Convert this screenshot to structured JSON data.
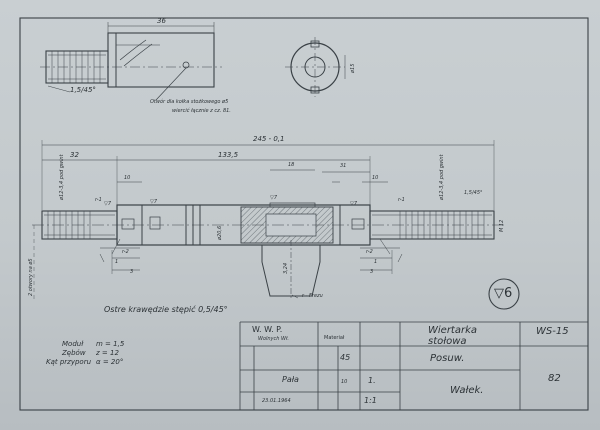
{
  "top_view": {
    "dim_36": "36",
    "chamfer": "1,5/45°",
    "note_hole": "Otwór dla kołka stożkowego ø5",
    "note_drill": "wiercić łącznie z cz. 81.",
    "dim_d15": "ø15"
  },
  "main_view": {
    "dim_total": "245 - 0,1",
    "dim_32": "32",
    "dim_133": "133,5",
    "dim_18": "18",
    "dim_31": "31",
    "dim_10l": "10",
    "dim_10r": "10",
    "left_r1": "r-1",
    "left_r2": "r-2",
    "left_3": "3",
    "left_1": "1",
    "right_r1": "r-1",
    "right_r2": "r-2",
    "right_1": "1",
    "right_3": "3",
    "chamfer_r": "1,5/45°",
    "m12": "M 12",
    "thread_l": "ø12-3,4 pod gwint",
    "thread_r": "ø12-3,4 pod gwint",
    "d20": "ø20,6",
    "rough_l": "▽7",
    "rough_c1": "▽7",
    "rough_c2": "▽7",
    "rough_r": "▽7",
    "key_324": "3,24",
    "frezer": "r - Frezu",
    "side_note": "2 otwory na ø5",
    "note_edges": "Ostre krawędzie stępić 0,5/45°"
  },
  "finish_mark": "▽6",
  "gear": {
    "modul_label": "Moduł",
    "modul_value": "m = 1,5",
    "teeth_label": "Zębów",
    "teeth_value": "z = 12",
    "angle_label": "Kąt przyporu",
    "angle_value": "α = 20°"
  },
  "title_block": {
    "org": "W. W. P.",
    "org2": "Wolnych Wł.",
    "material_label": "Materiał",
    "machine": "Wiertarka stołowa",
    "code": "WS-15",
    "material_value": "45",
    "assembly": "Posuw.",
    "qty_left": "10",
    "qty": "1.",
    "sign": "Pała",
    "date": "23.01.1964",
    "scale": "1:1",
    "part": "Wałek.",
    "part_no": "82"
  }
}
